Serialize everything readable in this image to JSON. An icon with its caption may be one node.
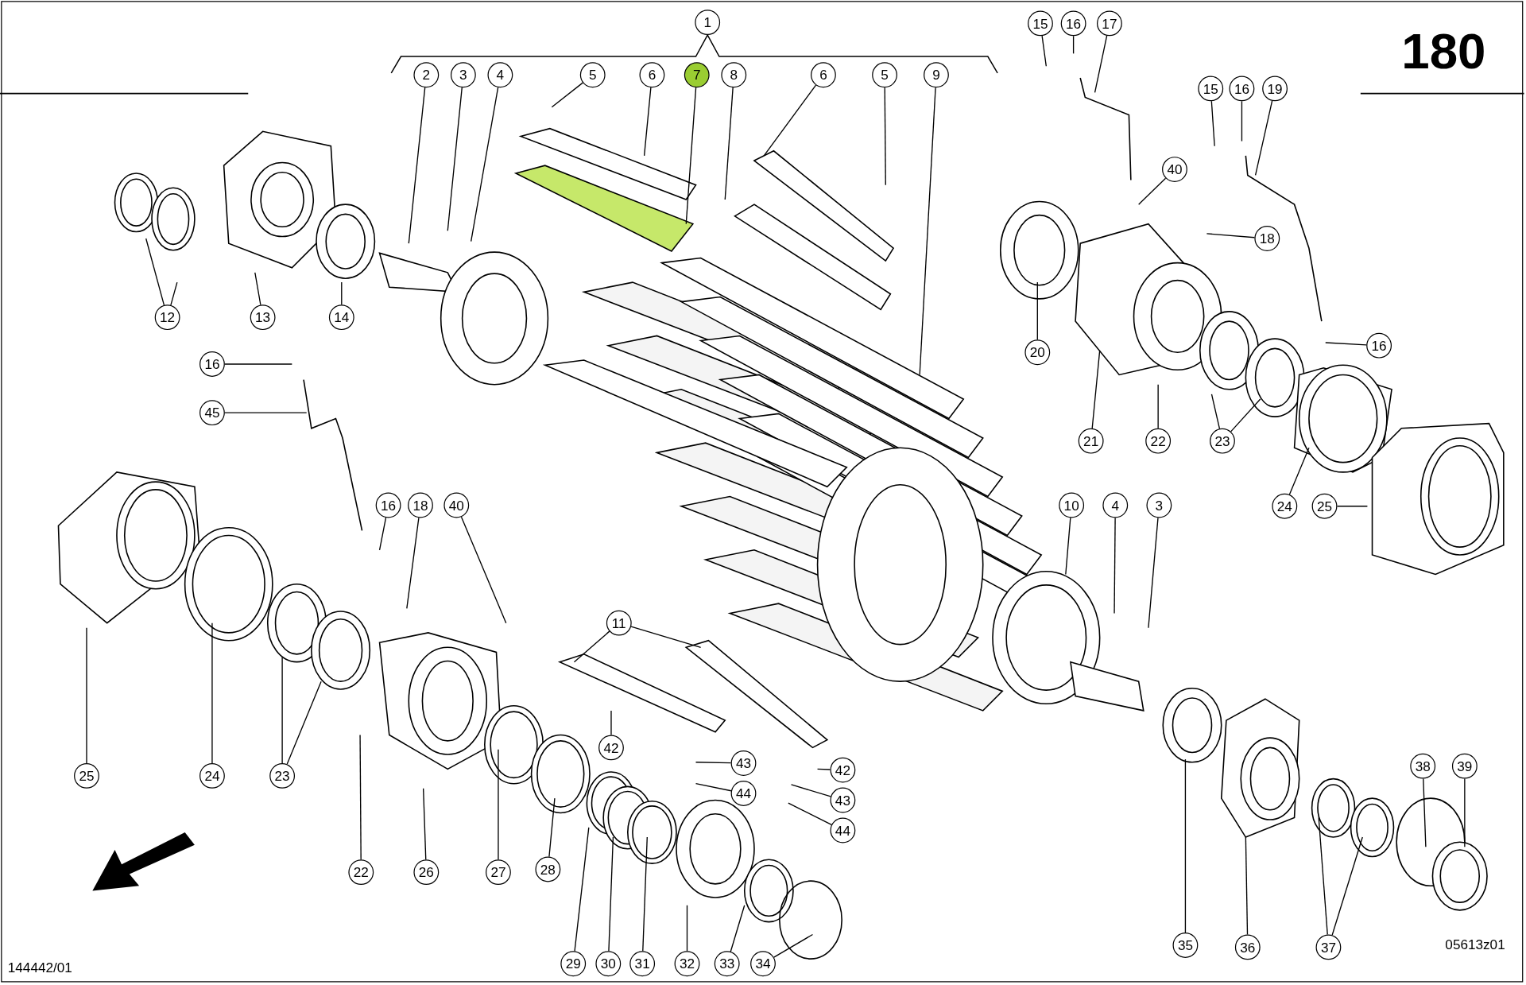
{
  "diagram": {
    "nodes": [
      {
        "text": [
          "1"
        ]
      },
      {
        "text": [
          "2"
        ]
      },
      {
        "text": [
          "3"
        ]
      },
      {
        "text": [
          "4"
        ]
      },
      {
        "text": [
          "5"
        ]
      },
      {
        "text": [
          "6"
        ]
      },
      {
        "text": [
          "7"
        ]
      },
      {
        "text": [
          "8"
        ]
      },
      {
        "text": [
          "6"
        ]
      },
      {
        "text": [
          "5"
        ]
      },
      {
        "text": [
          "9"
        ]
      },
      {
        "text": [
          "15"
        ]
      },
      {
        "text": [
          "16"
        ]
      },
      {
        "text": [
          "17"
        ]
      },
      {
        "text": [
          "15"
        ]
      },
      {
        "text": [
          "16"
        ]
      },
      {
        "text": [
          "19"
        ]
      },
      {
        "text": [
          "40"
        ]
      },
      {
        "text": [
          "18"
        ]
      },
      {
        "text": [
          "12"
        ]
      },
      {
        "text": [
          "13"
        ]
      },
      {
        "text": [
          "14"
        ]
      },
      {
        "text": [
          "20"
        ]
      },
      {
        "text": [
          "16"
        ]
      },
      {
        "text": [
          "16"
        ]
      },
      {
        "text": [
          "45"
        ]
      },
      {
        "text": [
          "21"
        ]
      },
      {
        "text": [
          "22"
        ]
      },
      {
        "text": [
          "23"
        ]
      },
      {
        "text": [
          "24"
        ]
      },
      {
        "text": [
          "25"
        ]
      },
      {
        "text": [
          "10"
        ]
      },
      {
        "text": [
          "4"
        ]
      },
      {
        "text": [
          "3"
        ]
      },
      {
        "text": [
          "16"
        ]
      },
      {
        "text": [
          "18"
        ]
      },
      {
        "text": [
          "40"
        ]
      },
      {
        "text": [
          "11"
        ]
      },
      {
        "text": [
          "42"
        ]
      },
      {
        "text": [
          "43"
        ]
      },
      {
        "text": [
          "44"
        ]
      },
      {
        "text": [
          "42"
        ]
      },
      {
        "text": [
          "43"
        ]
      },
      {
        "text": [
          "44"
        ]
      },
      {
        "text": [
          "38"
        ]
      },
      {
        "text": [
          "39"
        ]
      },
      {
        "text": [
          "25"
        ]
      },
      {
        "text": [
          "24"
        ]
      },
      {
        "text": [
          "23"
        ]
      },
      {
        "text": [
          "22"
        ]
      },
      {
        "text": [
          "26"
        ]
      },
      {
        "text": [
          "27"
        ]
      },
      {
        "text": [
          "28"
        ]
      },
      {
        "text": [
          "35"
        ]
      },
      {
        "text": [
          "36"
        ]
      },
      {
        "text": [
          "37"
        ]
      },
      {
        "text": [
          "29"
        ]
      },
      {
        "text": [
          "30"
        ]
      },
      {
        "text": [
          "31"
        ]
      },
      {
        "text": [
          "32"
        ]
      },
      {
        "text": [
          "33"
        ]
      },
      {
        "text": [
          "34"
        ]
      }
    ],
    "edges": [
      {
        "from": 1,
        "to": null,
        "arrow": "none"
      },
      {
        "from": 2,
        "to": null,
        "arrow": "none"
      },
      {
        "from": 3,
        "to": null,
        "arrow": "none"
      },
      {
        "from": 4,
        "to": null,
        "arrow": "none"
      },
      {
        "from": 5,
        "to": null,
        "arrow": "none"
      },
      {
        "from": 6,
        "to": null,
        "arrow": "none"
      },
      {
        "from": 7,
        "to": null,
        "arrow": "none"
      },
      {
        "from": 8,
        "to": null,
        "arrow": "none"
      },
      {
        "from": 9,
        "to": null,
        "arrow": "none"
      },
      {
        "from": 10,
        "to": null,
        "arrow": "none"
      },
      {
        "from": 11,
        "to": null,
        "arrow": "none"
      },
      {
        "from": 12,
        "to": null,
        "arrow": "none"
      },
      {
        "from": 13,
        "to": null,
        "arrow": "none"
      },
      {
        "from": 14,
        "to": null,
        "arrow": "none"
      },
      {
        "from": 15,
        "to": null,
        "arrow": "none"
      },
      {
        "from": 16,
        "to": null,
        "arrow": "none"
      },
      {
        "from": 17,
        "to": null,
        "arrow": "none"
      },
      {
        "from": 18,
        "to": null,
        "arrow": "none"
      },
      {
        "from": 19,
        "to": null,
        "arrow": "none"
      },
      {
        "from": 19,
        "to": null,
        "arrow": "none"
      },
      {
        "from": 20,
        "to": null,
        "arrow": "none"
      },
      {
        "from": 21,
        "to": null,
        "arrow": "none"
      },
      {
        "from": 22,
        "to": null,
        "arrow": "none"
      },
      {
        "from": 23,
        "to": null,
        "arrow": "none"
      },
      {
        "from": 24,
        "to": null,
        "arrow": "none"
      },
      {
        "from": 25,
        "to": null,
        "arrow": "none"
      },
      {
        "from": 26,
        "to": null,
        "arrow": "none"
      },
      {
        "from": 27,
        "to": null,
        "arrow": "none"
      },
      {
        "from": 28,
        "to": null,
        "arrow": "none"
      },
      {
        "from": 28,
        "to": null,
        "arrow": "none"
      },
      {
        "from": 29,
        "to": null,
        "arrow": "none"
      },
      {
        "from": 30,
        "to": null,
        "arrow": "none"
      },
      {
        "from": 31,
        "to": null,
        "arrow": "none"
      },
      {
        "from": 32,
        "to": null,
        "arrow": "none"
      },
      {
        "from": 33,
        "to": null,
        "arrow": "none"
      },
      {
        "from": 34,
        "to": null,
        "arrow": "none"
      },
      {
        "from": 35,
        "to": null,
        "arrow": "none"
      },
      {
        "from": 36,
        "to": null,
        "arrow": "none"
      },
      {
        "from": 37,
        "to": null,
        "arrow": "none"
      },
      {
        "from": 37,
        "to": null,
        "arrow": "none"
      },
      {
        "from": 38,
        "to": null,
        "arrow": "none"
      },
      {
        "from": 39,
        "to": null,
        "arrow": "none"
      },
      {
        "from": 40,
        "to": null,
        "arrow": "none"
      },
      {
        "from": 41,
        "to": null,
        "arrow": "none"
      },
      {
        "from": 42,
        "to": null,
        "arrow": "none"
      },
      {
        "from": 43,
        "to": null,
        "arrow": "none"
      },
      {
        "from": 44,
        "to": null,
        "arrow": "none"
      },
      {
        "from": 45,
        "to": null,
        "arrow": "none"
      },
      {
        "from": 46,
        "to": null,
        "arrow": "none"
      },
      {
        "from": 47,
        "to": null,
        "arrow": "none"
      },
      {
        "from": 48,
        "to": null,
        "arrow": "none"
      },
      {
        "from": 48,
        "to": null,
        "arrow": "none"
      },
      {
        "from": 49,
        "to": null,
        "arrow": "none"
      },
      {
        "from": 50,
        "to": null,
        "arrow": "none"
      },
      {
        "from": 51,
        "to": null,
        "arrow": "none"
      },
      {
        "from": 52,
        "to": null,
        "arrow": "none"
      },
      {
        "from": 53,
        "to": null,
        "arrow": "none"
      },
      {
        "from": 54,
        "to": null,
        "arrow": "none"
      },
      {
        "from": 55,
        "to": null,
        "arrow": "none"
      },
      {
        "from": 55,
        "to": null,
        "arrow": "none"
      },
      {
        "from": 56,
        "to": null,
        "arrow": "none"
      },
      {
        "from": 57,
        "to": null,
        "arrow": "none"
      },
      {
        "from": 58,
        "to": null,
        "arrow": "none"
      },
      {
        "from": 59,
        "to": null,
        "arrow": "none"
      },
      {
        "from": 60,
        "to": null,
        "arrow": "none"
      },
      {
        "from": 61,
        "to": null,
        "arrow": "none"
      }
    ],
    "labels": [
      "180",
      "144442/01",
      "05613z01"
    ]
  }
}
